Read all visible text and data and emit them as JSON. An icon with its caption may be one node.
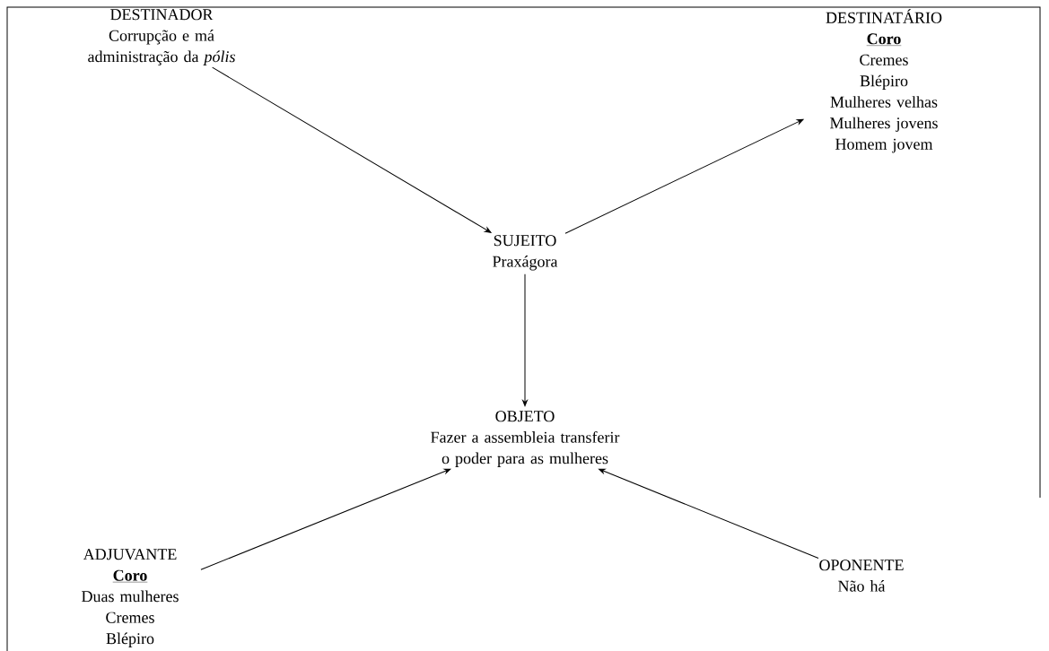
{
  "diagram": {
    "nodes": [
      {
        "text": [
          "DESTINADOR",
          "Corrupção e má administração da *pólis*"
        ]
      },
      {
        "text": [
          "DESTINATÁRIO",
          "Coro",
          "Cremes",
          "Blépiro",
          "Mulheres velhas",
          "Mulheres jovens",
          "Homem jovem"
        ]
      },
      {
        "text": [
          "SUJEITO",
          "Praxágora"
        ]
      },
      {
        "text": [
          "OBJETO",
          "Fazer a assembleia transferir o poder para as mulheres"
        ]
      },
      {
        "text": [
          "ADJUVANTE",
          "Coro",
          "Duas mulheres",
          "Cremes",
          "Blépiro"
        ]
      },
      {
        "text": [
          "OPONENTE",
          "Não há"
        ]
      }
    ],
    "edges": [
      {
        "from": 0,
        "to": 2,
        "arrow": "to"
      },
      {
        "from": 2,
        "to": 1,
        "arrow": "to"
      },
      {
        "from": 2,
        "to": 3,
        "arrow": "to"
      },
      {
        "from": 4,
        "to": 3,
        "arrow": "to"
      },
      {
        "from": 5,
        "to": 3,
        "arrow": "to"
      }
    ]
  }
}
